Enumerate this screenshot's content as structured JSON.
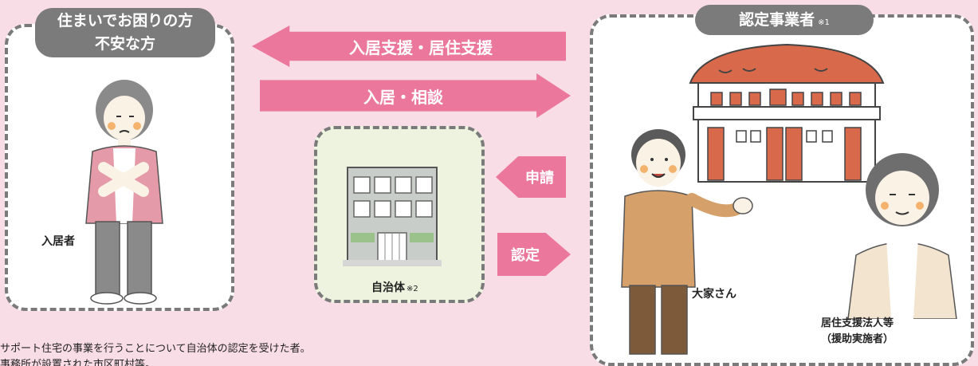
{
  "left_panel": {
    "title_line1": "住まいでお困りの方",
    "title_line2": "不安な方",
    "resident_label": "入居者"
  },
  "right_panel": {
    "title": "認定事業者",
    "title_note": "※1",
    "landlord_label": "大家さん",
    "corp_label_line1": "居住支援法人等",
    "corp_label_line2": "（援助実施者）"
  },
  "municipality": {
    "label": "自治体",
    "note": "※2"
  },
  "arrows": {
    "support": "入居支援・居住支援",
    "consult": "入居・相談",
    "apply": "申請",
    "certify": "認定"
  },
  "footnotes": {
    "note1": "サポート住宅の事業を行うことについて自治体の認定を受けた者。",
    "note2": "事務所が設置された市区町村等。"
  },
  "colors": {
    "background": "#f9dde6",
    "arrow": "#ec779d",
    "pill": "#7b7b7b",
    "municipality_panel": "#edf3df"
  }
}
